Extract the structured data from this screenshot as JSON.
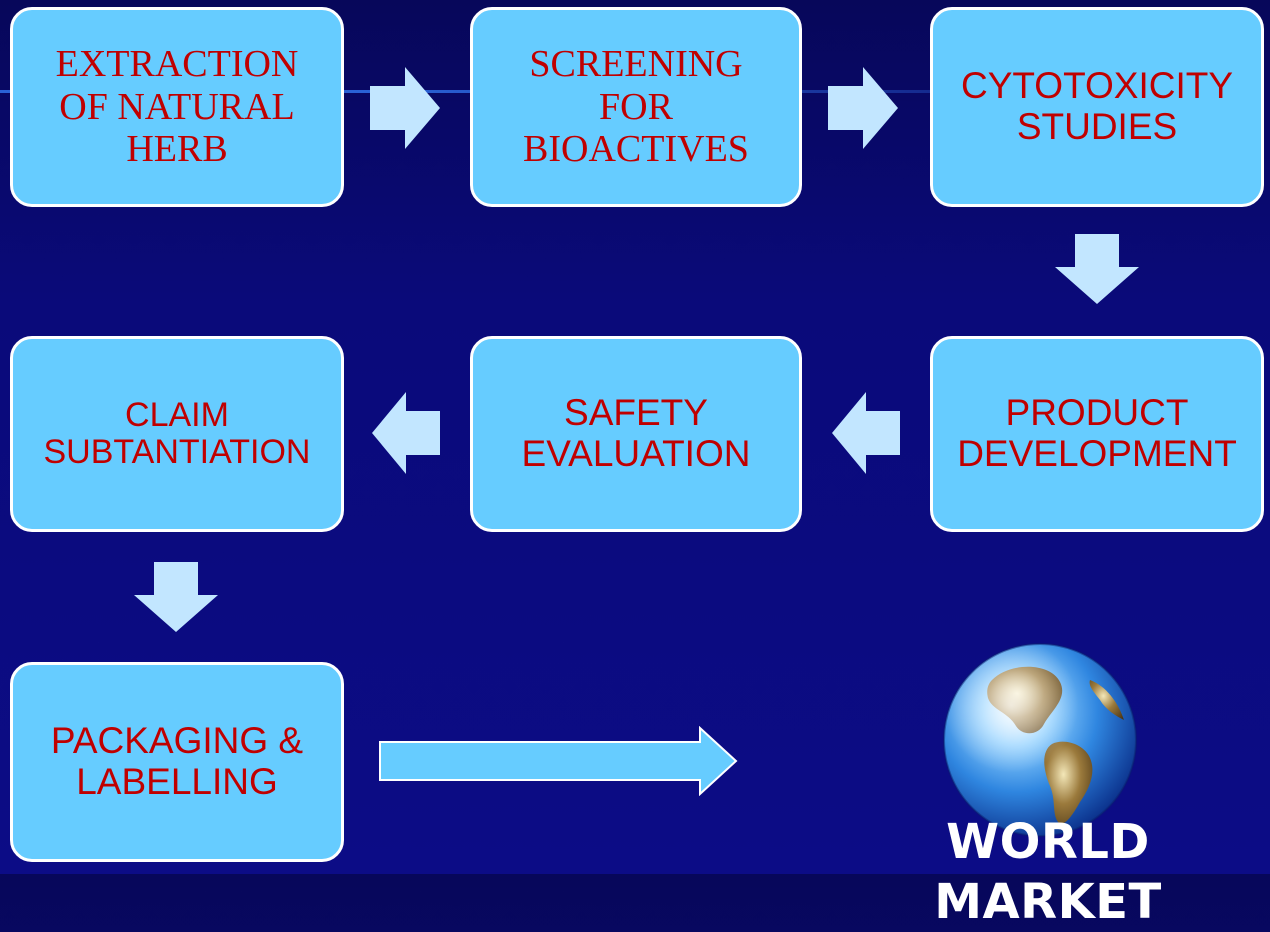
{
  "boxes": {
    "extraction": "EXTRACTION\nOF NATURAL\nHERB",
    "screening": "SCREENING\nFOR\nBIOACTIVES",
    "cytotoxicity": "CYTOTOXICITY\nSTUDIES",
    "claim": "CLAIM\nSUBTANTIATION",
    "safety": "SAFETY\nEVALUATION",
    "product": "PRODUCT\nDEVELOPMENT",
    "packaging": "PACKAGING  &\nLABELLING"
  },
  "world_market_label": "WORLD MARKET",
  "icons": {
    "globe": "globe-icon"
  },
  "colors": {
    "background": "#0a0a7a",
    "box_fill": "#66ccff",
    "box_text": "#c00000",
    "arrow_fill": "#c2e6ff",
    "label": "#ffffff"
  }
}
